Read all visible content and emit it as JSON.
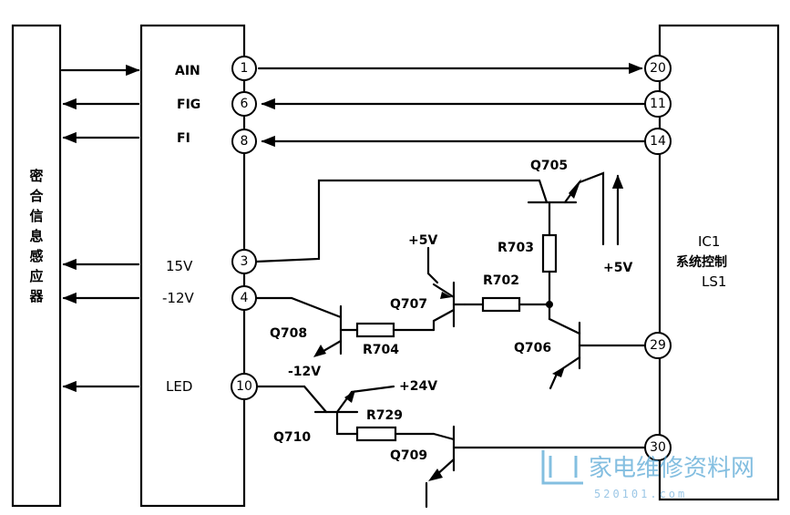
{
  "sensor": {
    "label": "密合信息感应器"
  },
  "connector": {
    "pins": [
      {
        "num": "1",
        "signal": "AIN"
      },
      {
        "num": "6",
        "signal": "FIG"
      },
      {
        "num": "8",
        "signal": "FI"
      },
      {
        "num": "3",
        "signal": "15V"
      },
      {
        "num": "4",
        "signal": "-12V"
      },
      {
        "num": "10",
        "signal": "LED"
      }
    ]
  },
  "ic": {
    "title": "IC1",
    "subtitle": "系统控制",
    "part": "LS1",
    "pins": [
      "20",
      "11",
      "14",
      "29",
      "30"
    ]
  },
  "components": {
    "q705": "Q705",
    "q706": "Q706",
    "q707": "Q707",
    "q708": "Q708",
    "q709": "Q709",
    "q710": "Q710",
    "r702": "R702",
    "r703": "R703",
    "r704": "R704",
    "r729": "R729"
  },
  "supplies": {
    "plus5v_q707": "+5V",
    "plus5v_q705": "+5V",
    "minus12v_q708": "-12V",
    "plus24v": "+24V"
  },
  "watermark": {
    "text": "家电维修资料网",
    "url": "520101.com"
  }
}
